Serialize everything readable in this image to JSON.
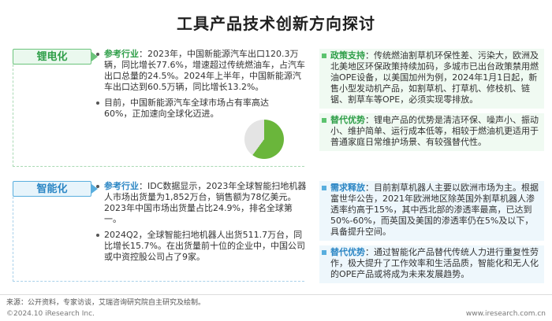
{
  "title": "工具产品技术创新方向探讨",
  "section1": {
    "tag": "锂电化",
    "left": {
      "b1_label": "参考行业",
      "b1_text": "：2023年，中国新能源汽车出口120.3万辆，同比增长77.6%，增速超过传统燃油车，占汽车出口总量的24.5%。2024年上半年，中国新能源汽车出口达到60.5万辆，同比增长13.2%。",
      "b2_text": "目前，中国新能源汽车全球市场占有率高达60%，正加速向全球化迈进。",
      "pie_value": 60
    },
    "right": {
      "r1_label": "政策支持",
      "r1_text": "：传统燃油割草机环保性差、污染大，欧洲及北美地区环保政策持续加码，多城市已出台政策禁用燃油OPE设备，以美国加州为例，2024年1月1日起，新售小型发动机产品，如割草机、打草机、修枝机、链锯、割草车等OPE，必须实现零排放。",
      "r2_label": "替代优势",
      "r2_text": "：锂电产品的优势是清洁环保、噪声小、振动小、维护简单、运行成本低等，相较于燃油机更适用于普通家庭日常维护场景、有较强替代性。"
    }
  },
  "section2": {
    "tag": "智能化",
    "left": {
      "b1_label": "参考行业",
      "b1_text": "：IDC数据显示，2023年全球智能扫地机器人市场出货量为1,852万台，销售额为78亿美元。2023年中国市场出货量占比24.9%，排名全球第一。",
      "b2_text": "2024Q2，全球智能扫地机器人出货511.7万台，同比增长15.7%。在出货量前十位的企业中，中国公司或中资控股公司占了9家。"
    },
    "right": {
      "r1_label": "需求释放",
      "r1_text": "：目前割草机器人主要以欧洲市场为主。根据富世华公告，2021年欧洲地区除英国外割草机器人渗透率约高于15%，其中西北部的渗透率最高，已达到50%-60%，而英国及美国的渗透率仍在5%及以下，具备提升空间。",
      "r2_label": "替代优势",
      "r2_text": "：通过智能化产品替代传统人力进行重复性劳作，极大提升了工作效率和生活品质，智能化和无人化的OPE产品或将成为未来发展趋势。"
    }
  },
  "footer": {
    "source": "来源：公开资料，专家访谈，艾瑞咨询研究院自主研究及绘制。",
    "copyright": "©2024.10 iResearch Inc.",
    "website": "www.iresearch.com.cn"
  },
  "colors": {
    "green": "#2e9e48",
    "blue": "#2b86c4",
    "pie": "#6ab63b"
  }
}
